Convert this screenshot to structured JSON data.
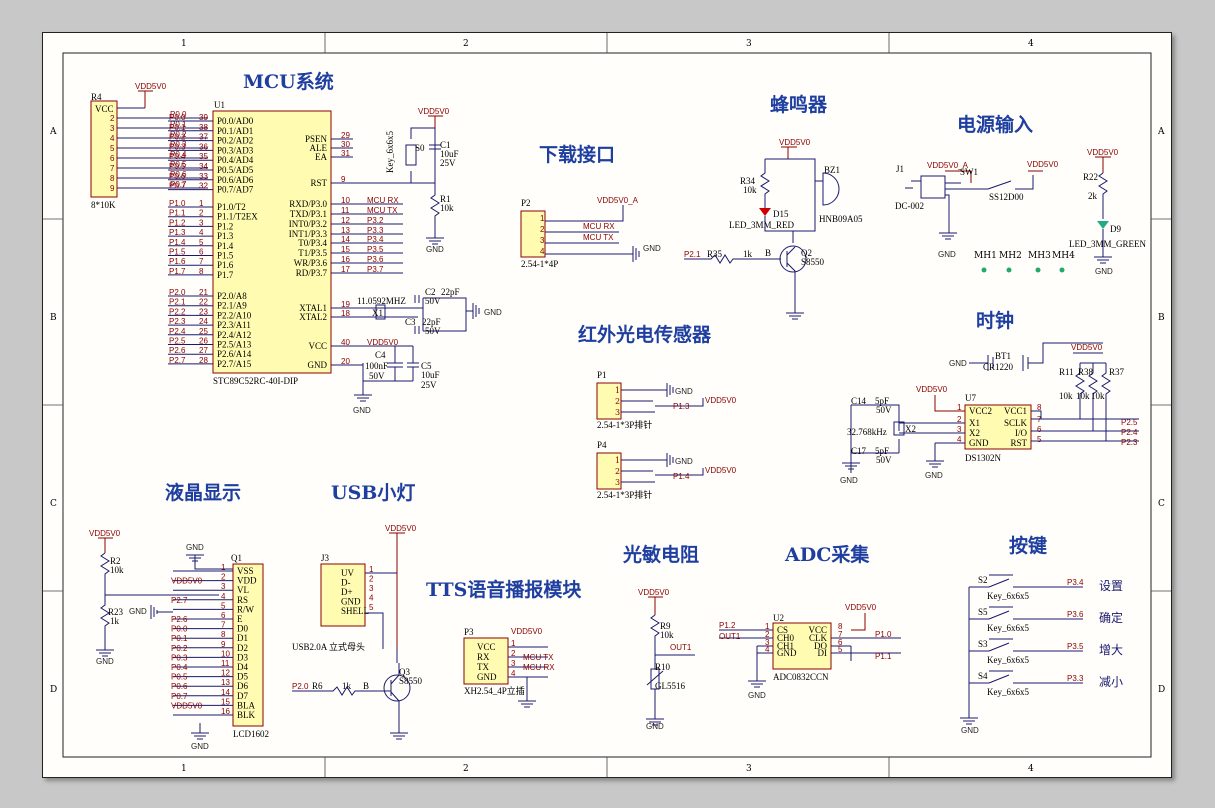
{
  "frame": {
    "col_labels": [
      "1",
      "2",
      "3",
      "4"
    ],
    "row_labels": [
      "A",
      "B",
      "C",
      "D"
    ]
  },
  "blocks": {
    "mcu": "MCU系统",
    "download": "下载接口",
    "buzzer": "蜂鸣器",
    "power": "电源输入",
    "ir": "红外光电传感器",
    "clock": "时钟",
    "lcd": "液晶显示",
    "usb": "USB小灯",
    "tts": "TTS语音播报模块",
    "ldr": "光敏电阻",
    "adc": "ADC采集",
    "keys": "按键"
  },
  "r4": {
    "ref": "R4",
    "value": "8*10K",
    "vcc": "VCC",
    "net": "VDD5V0",
    "pins": [
      "2",
      "3",
      "4",
      "5",
      "6",
      "7",
      "8",
      "9"
    ],
    "nets": [
      "P0.0",
      "P0.1",
      "P0.2",
      "P0.3",
      "P0.4",
      "P0.5",
      "P0.6",
      "P0.7"
    ]
  },
  "u1": {
    "ref": "U1",
    "part": "STC89C52RC-40I-DIP",
    "left_pins": [
      {
        "net": "P0.0",
        "num": "39",
        "name": "P0.0/AD0"
      },
      {
        "net": "P0.1",
        "num": "38",
        "name": "P0.1/AD1"
      },
      {
        "net": "P0.2",
        "num": "37",
        "name": "P0.2/AD2"
      },
      {
        "net": "P0.3",
        "num": "36",
        "name": "P0.3/AD3"
      },
      {
        "net": "P0.4",
        "num": "35",
        "name": "P0.4/AD4"
      },
      {
        "net": "P0.5",
        "num": "34",
        "name": "P0.5/AD5"
      },
      {
        "net": "P0.6",
        "num": "33",
        "name": "P0.6/AD6"
      },
      {
        "net": "P0.7",
        "num": "32",
        "name": "P0.7/AD7"
      },
      {
        "net": "P1.0",
        "num": "1",
        "name": "P1.0/T2"
      },
      {
        "net": "P1.1",
        "num": "2",
        "name": "P1.1/T2EX"
      },
      {
        "net": "P1.2",
        "num": "3",
        "name": "P1.2"
      },
      {
        "net": "P1.3",
        "num": "4",
        "name": "P1.3"
      },
      {
        "net": "P1.4",
        "num": "5",
        "name": "P1.4"
      },
      {
        "net": "P1.5",
        "num": "6",
        "name": "P1.5"
      },
      {
        "net": "P1.6",
        "num": "7",
        "name": "P1.6"
      },
      {
        "net": "P1.7",
        "num": "8",
        "name": "P1.7"
      },
      {
        "net": "P2.0",
        "num": "21",
        "name": "P2.0/A8"
      },
      {
        "net": "P2.1",
        "num": "22",
        "name": "P2.1/A9"
      },
      {
        "net": "P2.2",
        "num": "23",
        "name": "P2.2/A10"
      },
      {
        "net": "P2.3",
        "num": "24",
        "name": "P2.3/A11"
      },
      {
        "net": "P2.4",
        "num": "25",
        "name": "P2.4/A12"
      },
      {
        "net": "P2.5",
        "num": "26",
        "name": "P2.5/A13"
      },
      {
        "net": "P2.6",
        "num": "27",
        "name": "P2.6/A14"
      },
      {
        "net": "P2.7",
        "num": "28",
        "name": "P2.7/A15"
      }
    ],
    "right_pins": [
      {
        "num": "29",
        "name": "PSEN",
        "net": ""
      },
      {
        "num": "30",
        "name": "ALE",
        "net": ""
      },
      {
        "num": "31",
        "name": "EA",
        "net": ""
      },
      {
        "num": "9",
        "name": "RST",
        "net": ""
      },
      {
        "num": "10",
        "name": "RXD/P3.0",
        "net": "MCU RX"
      },
      {
        "num": "11",
        "name": "TXD/P3.1",
        "net": "MCU TX"
      },
      {
        "num": "12",
        "name": "INT0/P3.2",
        "net": "P3.2"
      },
      {
        "num": "13",
        "name": "INT1/P3.3",
        "net": "P3.3"
      },
      {
        "num": "14",
        "name": "T0/P3.4",
        "net": "P3.4"
      },
      {
        "num": "15",
        "name": "T1/P3.5",
        "net": "P3.5"
      },
      {
        "num": "16",
        "name": "WR/P3.6",
        "net": "P3.6"
      },
      {
        "num": "17",
        "name": "RD/P3.7",
        "net": "P3.7"
      },
      {
        "num": "19",
        "name": "XTAL1",
        "net": ""
      },
      {
        "num": "18",
        "name": "XTAL2",
        "net": ""
      },
      {
        "num": "40",
        "name": "VCC",
        "net": "VDD5V0"
      },
      {
        "num": "20",
        "name": "GND",
        "net": ""
      }
    ]
  },
  "reset": {
    "vdd": "VDD5V0",
    "key": "Key_6x6x5",
    "s0": "S0",
    "c1_ref": "C1",
    "c1_val": "10uF",
    "c1_v": "25V",
    "r1_ref": "R1",
    "r1_val": "10k",
    "gnd": "GND"
  },
  "crystal": {
    "freq": "11.0592MHZ",
    "x1": "X1",
    "c2_ref": "C2",
    "c2_val": "22pF",
    "c2_v": "50V",
    "c3_ref": "C3",
    "c3_val": "22pF",
    "c3_v": "50V",
    "gnd": "GND",
    "c4_ref": "C4",
    "c4_val": "100nF",
    "c4_v": "50V",
    "c5_ref": "C5",
    "c5_val": "10uF",
    "c5_v": "25V"
  },
  "download": {
    "p2": "P2",
    "part": "2.54-1*4P",
    "net_a": "VDD5V0_A",
    "pins": [
      "1",
      "2",
      "3",
      "4"
    ],
    "nets": [
      "MCU RX",
      "MCU TX"
    ],
    "gnd": "GND"
  },
  "buzzer": {
    "vdd": "VDD5V0",
    "r34": "R34",
    "r34_val": "10k",
    "d15": "D15",
    "d15_part": "LED_3MM_RED",
    "bz1": "BZ1",
    "bz_part": "HNB09A05",
    "net": "P2.1",
    "r35": "R35",
    "r35_val": "1k",
    "q2": "Q2",
    "q2_part": "S8550",
    "b": "B"
  },
  "power": {
    "j1": "J1",
    "j1_part": "DC-002",
    "net_a": "VDD5V0_A",
    "sw1": "SW1",
    "sw_part": "SS12D00",
    "vdd": "VDD5V0",
    "r22": "R22",
    "r22_val": "2k",
    "d9": "D9",
    "d9_part": "LED_3MM_GREEN",
    "vdd2": "VDD5V0",
    "gnd": "GND",
    "mh": [
      "MH1",
      "MH2",
      "MH3",
      "MH4"
    ]
  },
  "ir": {
    "p1": "P1",
    "p1_part": "2.54-1*3P排针",
    "p1_net": "P1.3",
    "p4": "P4",
    "p4_part": "2.54-1*3P排针",
    "p4_net": "P1.4",
    "gnd": "GND",
    "vdd": "VDD5V0",
    "pins": [
      "1",
      "2",
      "3"
    ]
  },
  "clock": {
    "bt1": "BT1",
    "bt_part": "CR1220",
    "gnd": "GND",
    "vdd": "VDD5V0",
    "vdd2": "VDD5V0",
    "r11": "R11",
    "r38": "R38",
    "r37": "R37",
    "rval": "10k",
    "u7": "U7",
    "u7_part": "DS1302N",
    "c14": "C14",
    "c17": "C17",
    "cval": "5pF",
    "cv": "50V",
    "xtal": "32.768kHz",
    "x2": "X2",
    "pins_l": [
      "VCC2",
      "X1",
      "X2",
      "GND"
    ],
    "nums_l": [
      "1",
      "2",
      "3",
      "4"
    ],
    "pins_r": [
      "VCC1",
      "SCLK",
      "I/O",
      "RST"
    ],
    "nums_r": [
      "8",
      "7",
      "6",
      "5"
    ],
    "nets": [
      "P2.5",
      "P2.4",
      "P2.3"
    ]
  },
  "lcd": {
    "vdd": "VDD5V0",
    "r2": "R2",
    "r2_val": "10k",
    "r23": "R23",
    "r23_val": "1k",
    "gnd": "GND",
    "q1": "Q1",
    "part": "LCD1602",
    "pins": [
      "VSS",
      "VDD",
      "VL",
      "RS",
      "R/W",
      "E",
      "D0",
      "D1",
      "D2",
      "D3",
      "D4",
      "D5",
      "D6",
      "D7",
      "BLA",
      "BLK"
    ],
    "nums": [
      "1",
      "2",
      "3",
      "4",
      "5",
      "6",
      "7",
      "8",
      "9",
      "10",
      "11",
      "12",
      "13",
      "14",
      "15",
      "16"
    ],
    "nets": [
      "",
      "VDD5V0",
      "",
      "P2.7",
      "",
      "P2.6",
      "P0.0",
      "P0.1",
      "P0.2",
      "P0.3",
      "P0.4",
      "P0.5",
      "P0.6",
      "P0.7",
      "VDD5V0",
      ""
    ]
  },
  "usb": {
    "j3": "J3",
    "part": "USB2.0A 立式母头",
    "vdd": "VDD5V0",
    "pins": [
      "UV",
      "D-",
      "D+",
      "GND",
      "SHELL"
    ],
    "nums": [
      "1",
      "2",
      "3",
      "4",
      "5"
    ],
    "net": "P2.0",
    "r6": "R6",
    "r6_val": "1k",
    "q3": "Q3",
    "q3_part": "S8550",
    "b": "B"
  },
  "tts": {
    "p3": "P3",
    "part": "XH2.54_4P立插",
    "vdd": "VDD5V0",
    "pins": [
      "VCC",
      "RX",
      "TX",
      "GND"
    ],
    "nums": [
      "1",
      "2",
      "3",
      "4"
    ],
    "nets": [
      "VDD5V0",
      "MCU TX",
      "MCU RX",
      ""
    ]
  },
  "ldr": {
    "vdd": "VDD5V0",
    "r9": "R9",
    "r9_val": "10k",
    "out": "OUT1",
    "r10": "R10",
    "r10_part": "GL5516",
    "gnd": "GND"
  },
  "adc": {
    "u2": "U2",
    "part": "ADC0832CCN",
    "vdd": "VDD5V0",
    "left": [
      "CS",
      "CH0",
      "CH1",
      "GND"
    ],
    "lnums": [
      "1",
      "2",
      "3",
      "4"
    ],
    "right": [
      "VCC",
      "CLK",
      "DO",
      "DI"
    ],
    "rnums": [
      "8",
      "7",
      "6",
      "5"
    ],
    "net_l1": "P1.2",
    "net_l2": "OUT1",
    "net_r": [
      "P1.0",
      "P1.1"
    ],
    "gnd": "GND"
  },
  "keys": {
    "key_part": "Key_6x6x5",
    "gnd": "GND",
    "items": [
      {
        "ref": "S2",
        "net": "P3.4",
        "label": "设置"
      },
      {
        "ref": "S5",
        "net": "P3.6",
        "label": "确定"
      },
      {
        "ref": "S3",
        "net": "P3.5",
        "label": "增大"
      },
      {
        "ref": "S4",
        "net": "P3.3",
        "label": "减小"
      }
    ]
  }
}
